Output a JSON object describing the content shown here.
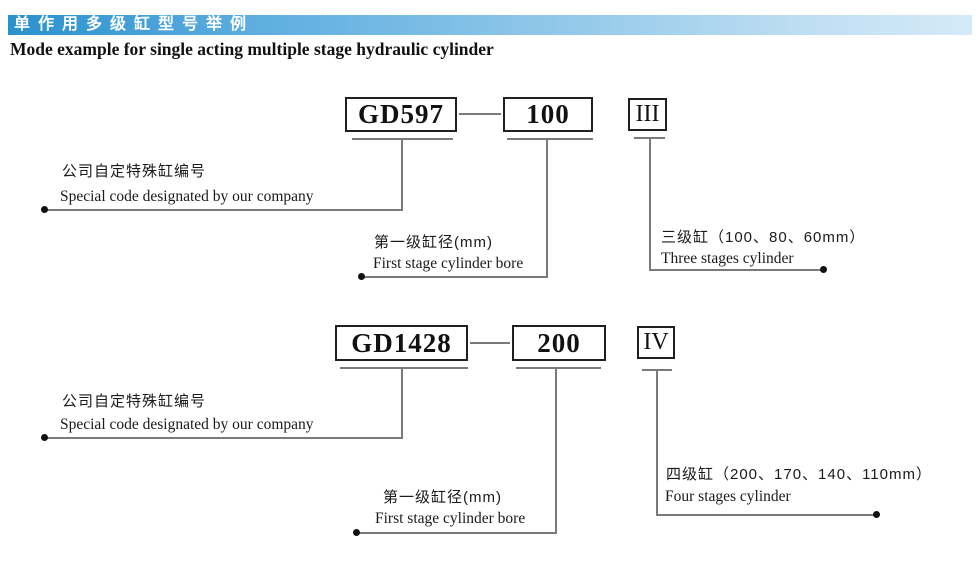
{
  "header": {
    "title_zh": "单作用多级缸型号举例",
    "subtitle_en": "Mode example for single acting multiple stage hydraulic cylinder"
  },
  "examples": [
    {
      "code": "GD597",
      "bore": "100",
      "stages": "III",
      "code_label_zh": "公司自定特殊缸编号",
      "code_label_en": "Special code designated by our company",
      "bore_label_zh": "第一级缸径(mm)",
      "bore_label_en": "First stage cylinder bore",
      "stages_label_zh": "三级缸（100、80、60mm）",
      "stages_label_en": "Three stages cylinder"
    },
    {
      "code": "GD1428",
      "bore": "200",
      "stages": "IV",
      "code_label_zh": "公司自定特殊缸编号",
      "code_label_en": "Special code designated by our company",
      "bore_label_zh": "第一级缸径(mm)",
      "bore_label_en": "First stage cylinder bore",
      "stages_label_zh": "四级缸（200、170、140、110mm）",
      "stages_label_en": "Four stages cylinder"
    }
  ],
  "colors": {
    "header_gradient_left": "#2b91cd",
    "header_gradient_right": "#d5eaf8",
    "header_text": "#ffffff",
    "line": "#7a7a7a",
    "box_border": "#1f1f1f",
    "text": "#111111"
  }
}
